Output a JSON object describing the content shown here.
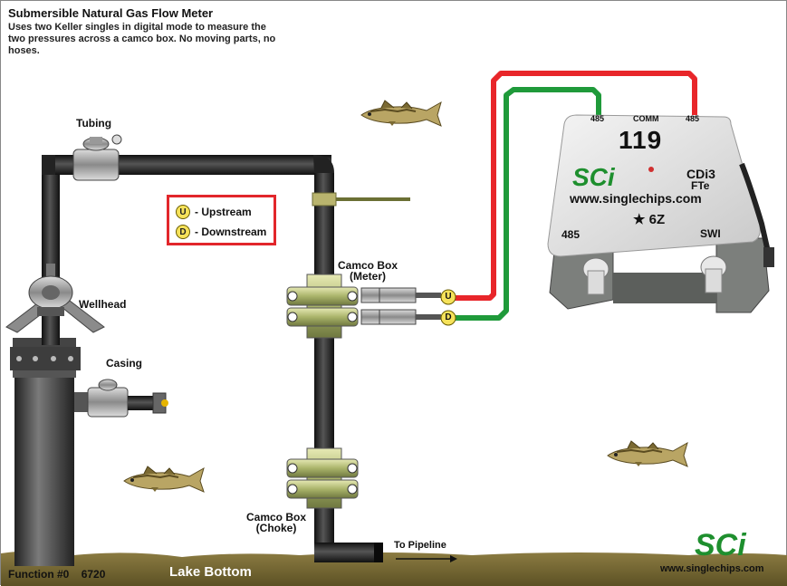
{
  "diagram": {
    "title": "Submersible Natural Gas Flow Meter",
    "subtitle": "Uses two Keller singles in digital mode to measure the two pressures across a camco box. No moving parts, no hoses.",
    "labels": {
      "tubing": "Tubing",
      "wellhead": "Wellhead",
      "casing": "Casing",
      "camco_meter_line1": "Camco Box",
      "camco_meter_line2": "(Meter)",
      "camco_choke_line1": "Camco Box",
      "camco_choke_line2": "(Choke)",
      "to_pipeline": "To Pipeline",
      "lake_bottom": "Lake Bottom"
    },
    "legend": {
      "upstream_badge": "U",
      "upstream_label": "- Upstream",
      "downstream_badge": "D",
      "downstream_label": "- Downstream"
    },
    "line_badges": {
      "upstream": "U",
      "downstream": "D"
    },
    "device": {
      "port_left": "485",
      "port_comm": "COMM",
      "port_right": "485",
      "number": "119",
      "logo": "SCi",
      "model_line1": "CDi3",
      "model_line2": "FTe",
      "website": "www.singlechips.com",
      "bottom_left": "485",
      "bottom_center": "★ 6Z",
      "bottom_right": "SWI"
    },
    "footer": {
      "function_label": "Function #0",
      "function_value": "6720",
      "logo": "SCi",
      "website": "www.singlechips.com"
    },
    "colors": {
      "upstream_wire": "#e8262a",
      "downstream_wire": "#1f9a3a",
      "legend_border": "#e2262b",
      "badge": "#f6e25a",
      "logo_green": "#1e8f2e",
      "lake_bottom": "#7a6a33"
    }
  }
}
